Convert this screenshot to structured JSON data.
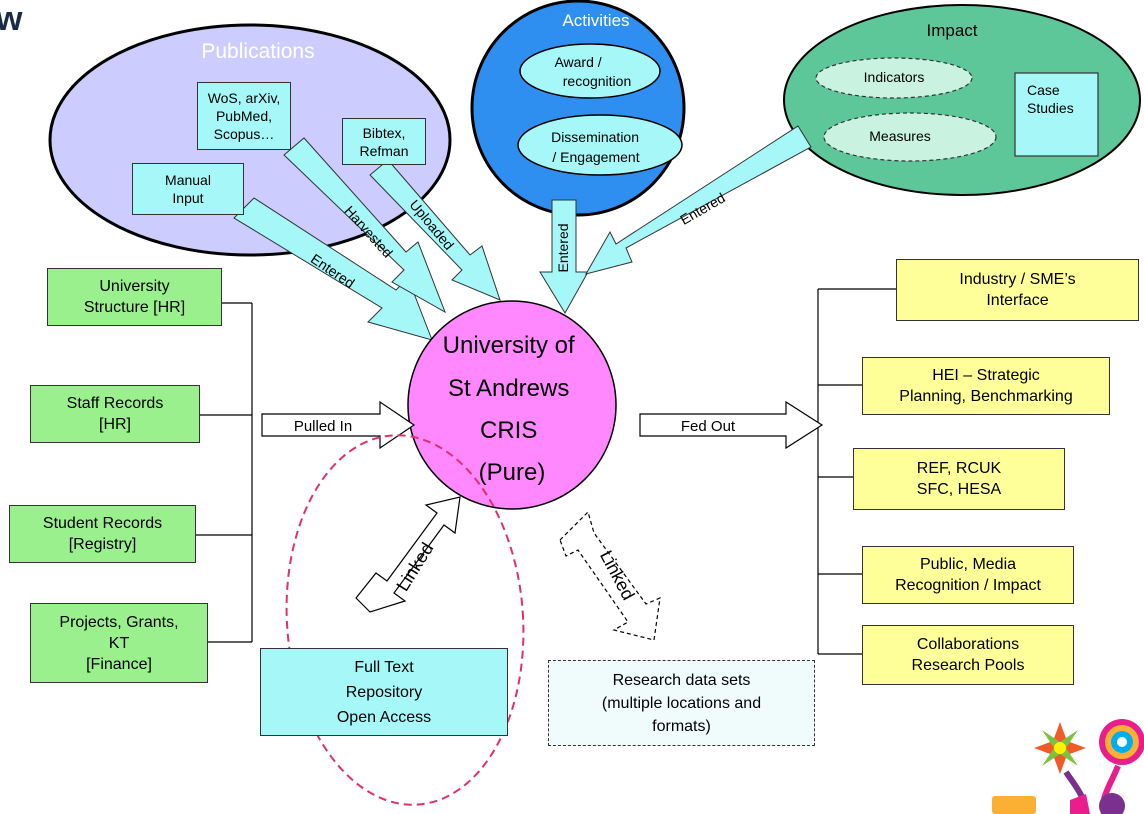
{
  "title_fragment": "w",
  "publications": {
    "title": "Publications",
    "source_a": [
      "WoS, arXiv,",
      "PubMed,",
      "Scopus…"
    ],
    "source_b": [
      "Bibtex,",
      "Refman"
    ],
    "source_c": [
      "Manual",
      "Input"
    ]
  },
  "activities": {
    "title": "Activities",
    "item_a": [
      "Award /",
      "recognition"
    ],
    "item_b": [
      "Dissemination",
      "/ Engagement"
    ]
  },
  "impact": {
    "title": "Impact",
    "item_a": "Indicators",
    "item_b": "Measures",
    "item_c": [
      "Case",
      "Studies"
    ]
  },
  "arrow_labels": {
    "manual": "Entered",
    "harvested": "Harvested",
    "uploaded": "Uploaded",
    "activities": "Entered",
    "impact": "Entered",
    "pulled_in": "Pulled In",
    "fed_out": "Fed Out",
    "linked_repo": "Linked",
    "linked_data": "Linked"
  },
  "center": [
    "University of",
    "St Andrews",
    "CRIS",
    "(Pure)"
  ],
  "inputs": [
    [
      "University",
      "Structure [HR]"
    ],
    [
      "Staff Records",
      "[HR]"
    ],
    [
      "Student Records",
      "[Registry]"
    ],
    [
      "Projects, Grants,",
      "KT",
      "[Finance]"
    ]
  ],
  "outputs": [
    [
      "Industry / SME’s",
      "Interface"
    ],
    [
      "HEI – Strategic",
      "Planning, Benchmarking"
    ],
    [
      "REF, RCUK",
      "SFC, HESA"
    ],
    [
      "Public, Media",
      "Recognition / Impact"
    ],
    [
      "Collaborations",
      "Research Pools"
    ]
  ],
  "repository": [
    "Full Text",
    "Repository",
    "Open Access"
  ],
  "datasets": [
    "Research data sets",
    "(multiple locations and",
    "formats)"
  ],
  "colors": {
    "publications_ellipse": "#ccccff",
    "activities_ellipse": "#2f8ff0",
    "impact_ellipse": "#5ec79a",
    "center_circle": "#ff88ff",
    "cyan_fill": "#a6f7f7",
    "green_box": "#99f08c",
    "yellow_box": "#ffff99",
    "dashed_ellipse": "#e0306a"
  }
}
